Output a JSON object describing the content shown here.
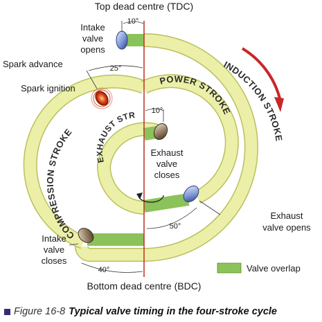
{
  "labels": {
    "tdc": "Top dead centre (TDC)",
    "bdc": "Bottom dead centre (BDC)",
    "intake_opens": [
      "Intake",
      "valve",
      "opens"
    ],
    "spark_advance": "Spark advance",
    "spark_ignition": "Spark ignition",
    "exhaust_closes": [
      "Exhaust",
      "valve",
      "closes"
    ],
    "exhaust_opens": [
      "Exhaust",
      "valve opens"
    ],
    "intake_closes": [
      "Intake",
      "valve",
      "closes"
    ],
    "valve_overlap": "Valve overlap"
  },
  "strokes": {
    "induction": "INDUCTION STROKE",
    "compression": "COMPRESSION STROKE",
    "power": "POWER STROKE",
    "exhaust": "EXHAUST STROKE"
  },
  "angles": {
    "intake_open": "10°",
    "spark_advance": "25°",
    "exhaust_close": "10°",
    "exhaust_open": "50°",
    "intake_close": "40°"
  },
  "caption": {
    "figure": "Figure 16-8",
    "title": "Typical valve timing in the four-stroke cycle"
  },
  "colors": {
    "band_fill": "#ecefa8",
    "band_edge": "#b9c05a",
    "overlap_fill": "#8bc35a",
    "tdc_line": "#c0392b",
    "arrow": "#c62828",
    "caption_square": "#3a2a6e"
  }
}
